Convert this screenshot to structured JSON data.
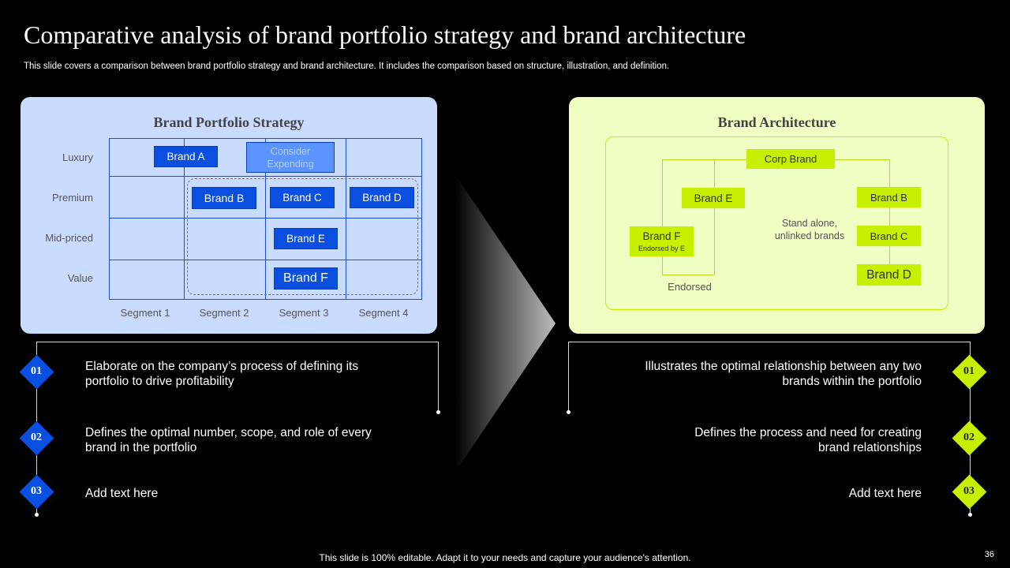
{
  "title": "Comparative analysis of brand portfolio strategy and brand architecture",
  "subtitle": "This slide covers a comparison between brand portfolio strategy and brand architecture. It includes the comparison based on structure, illustration, and definition.",
  "left": {
    "heading": "Brand Portfolio Strategy",
    "rows": [
      "Luxury",
      "Premium",
      "Mid-priced",
      "Value"
    ],
    "columns": [
      "Segment 1",
      "Segment 2",
      "Segment 3",
      "Segment 4"
    ],
    "brands": {
      "a": "Brand A",
      "consider": "Consider Expending",
      "b": "Brand B",
      "c": "Brand C",
      "d": "Brand D",
      "e": "Brand E",
      "f": "Brand F"
    },
    "items": [
      {
        "num": "01",
        "text": "Elaborate on the company’s process of defining its portfolio to drive profitability"
      },
      {
        "num": "02",
        "text": "Defines the optimal number, scope, and role of every brand in the portfolio"
      },
      {
        "num": "03",
        "text": "Add text here"
      }
    ],
    "accent": "#0b4fe0"
  },
  "right": {
    "heading": "Brand Architecture",
    "corp": "Corp Brand",
    "brand_e": "Brand E",
    "brand_f": "Brand F",
    "brand_f_sub": "Endorsed by E",
    "endorsed": "Endorsed",
    "standalone": "Stand alone, unlinked brands",
    "brand_b": "Brand B",
    "brand_c": "Brand C",
    "brand_d": "Brand D",
    "items": [
      {
        "num": "01",
        "text": "Illustrates  the optimal relationship between any two brands within the portfolio"
      },
      {
        "num": "02",
        "text": "Defines the process and need for creating brand relationships"
      },
      {
        "num": "03",
        "text": "Add text here"
      }
    ],
    "accent": "#c6f000"
  },
  "footer": "This slide is 100% editable. Adapt it to your needs and capture your audience's attention.",
  "page_number": "36"
}
